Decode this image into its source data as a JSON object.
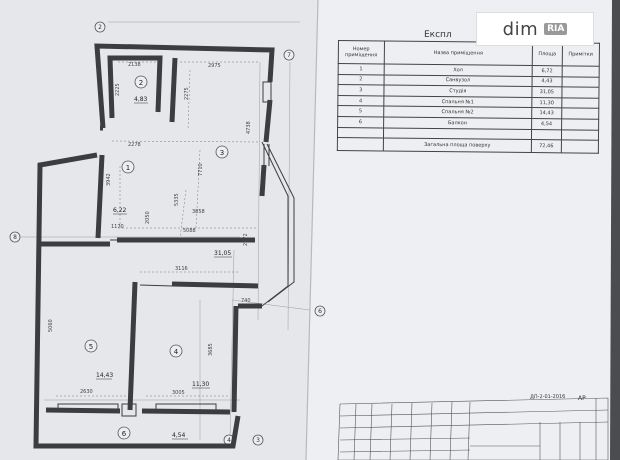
{
  "watermark": {
    "left": "dim",
    "right": "RIA"
  },
  "explication": {
    "title": "Експл",
    "headers": {
      "num": "Номер приміщення",
      "name": "Назва приміщення",
      "area": "Площа",
      "note": "Примітки"
    },
    "rows": [
      {
        "num": "1",
        "name": "Хол",
        "area": "6,72"
      },
      {
        "num": "2",
        "name": "Санвузол",
        "area": "4,43"
      },
      {
        "num": "3",
        "name": "Студія",
        "area": "31,05"
      },
      {
        "num": "4",
        "name": "Спальня №1",
        "area": "11,30"
      },
      {
        "num": "5",
        "name": "Спальня №2",
        "area": "14,43"
      },
      {
        "num": "6",
        "name": "Балкон",
        "area": "4,54"
      }
    ],
    "total_label": "Загальна площа поверху",
    "total_value": "72,46"
  },
  "axes": {
    "axis_2": "2",
    "axis_7": "7",
    "axis_8": "8",
    "axis_6": "6",
    "axis_bottom_a": "4",
    "axis_bottom_b": "3"
  },
  "rooms": {
    "r1": {
      "num": "1",
      "area": "6,22"
    },
    "r2": {
      "num": "2",
      "area": "4,83"
    },
    "r3": {
      "num": "3",
      "area": "31,05"
    },
    "r4": {
      "num": "4",
      "area": "11,30"
    },
    "r5": {
      "num": "5",
      "area": "14,43"
    },
    "r6": {
      "num": "6",
      "area": "4,54"
    }
  },
  "dimensions": {
    "d_2138": "2138",
    "d_2975": "2975",
    "d_2225": "2225",
    "d_2275a": "2275",
    "d_2278": "2278",
    "d_4738": "4738",
    "d_3942": "3942",
    "d_7710": "7710",
    "d_5335": "5335",
    "d_2050": "2050",
    "d_3858": "3858",
    "d_1170": "1170",
    "d_5088": "5088",
    "d_2972": "2972",
    "d_3116": "3116",
    "d_740": "740",
    "d_5060": "5060",
    "d_3685": "3685",
    "d_2630": "2630",
    "d_3005": "3005"
  },
  "stamp": {
    "code": "ДП-2-01-2016",
    "type": "АР"
  }
}
